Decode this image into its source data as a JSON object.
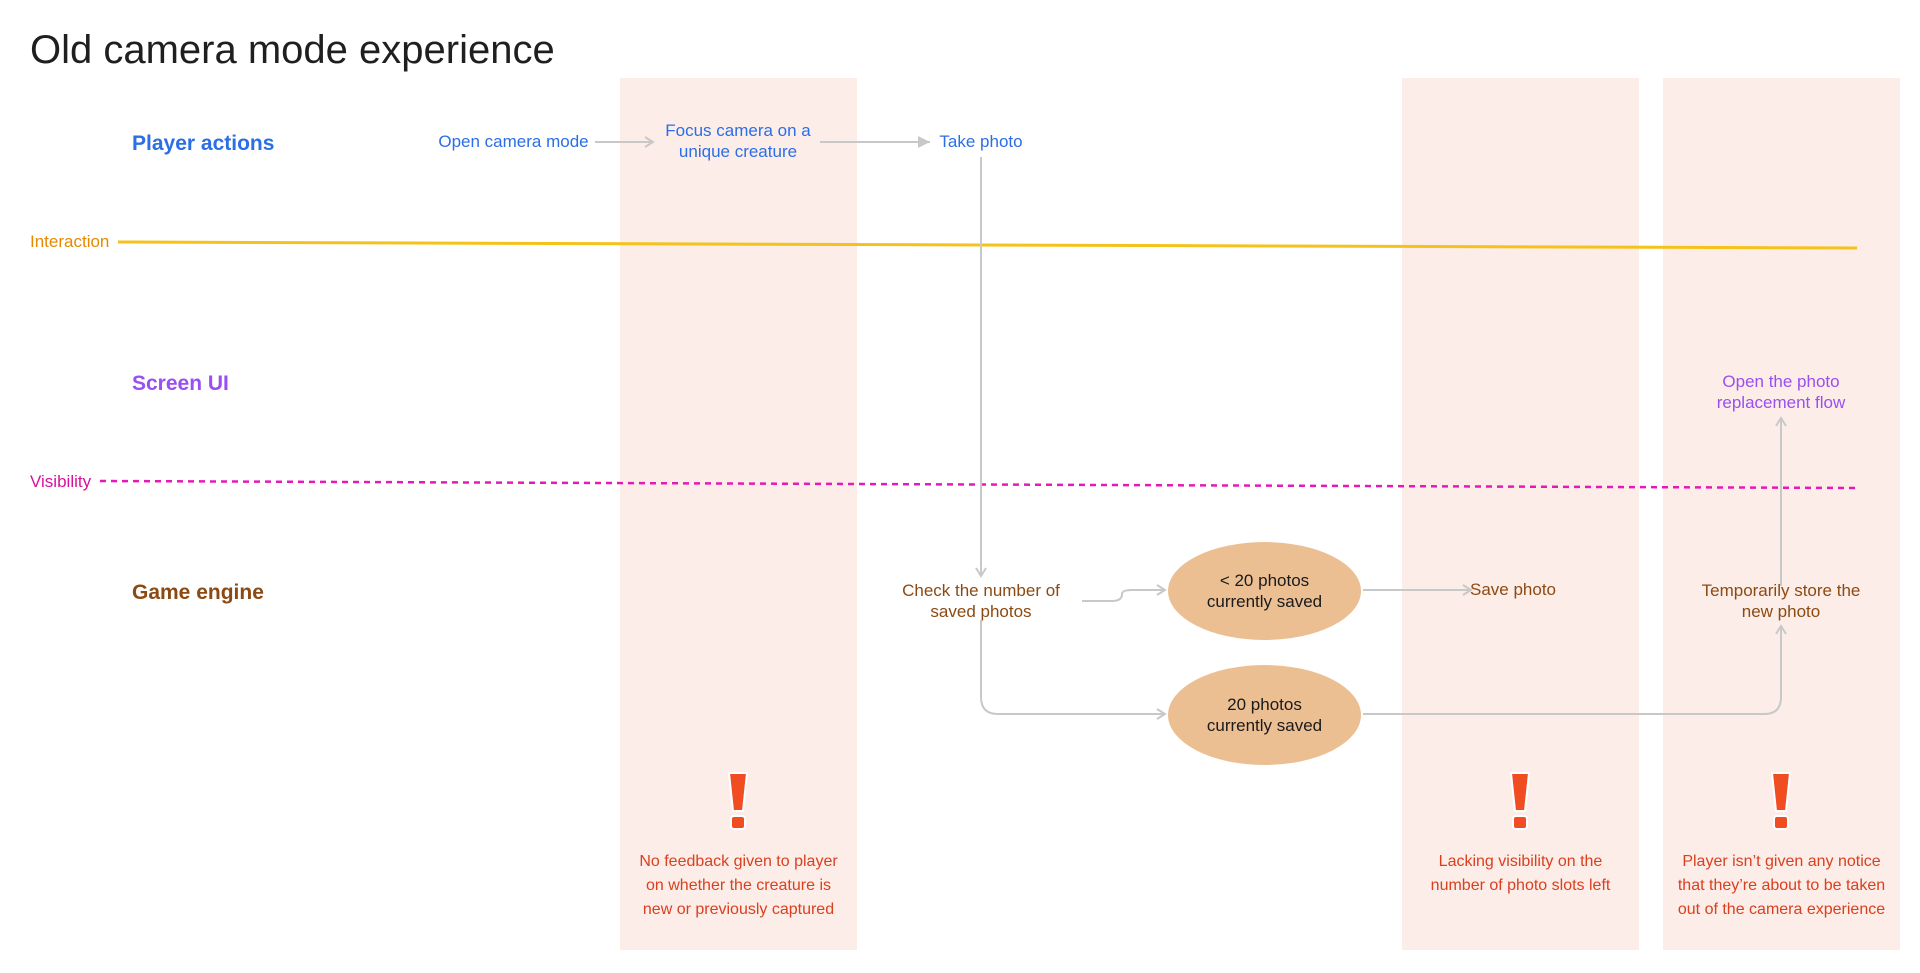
{
  "title": "Old camera mode experience",
  "colors": {
    "player_lane": "#2b6ee6",
    "screen_lane": "#9a4ff0",
    "engine_lane": "#8c4a12",
    "interaction_line": "#f5c21b",
    "visibility_line": "#e619b8",
    "band": "#fcede8",
    "oval": "#ecbf93",
    "connector": "#c8c8c8",
    "issue": "#d9401f",
    "warning_icon": "#f04d23"
  },
  "lanes": {
    "player_actions": "Player actions",
    "screen_ui": "Screen UI",
    "game_engine": "Game engine"
  },
  "dividers": {
    "interaction": "Interaction",
    "visibility": "Visibility"
  },
  "nodes": {
    "open_camera": "Open camera mode",
    "focus_camera": "Focus camera on a\nunique creature",
    "take_photo": "Take photo",
    "check_number": "Check the number of\nsaved photos",
    "lt20": "< 20 photos\ncurrently saved",
    "eq20": "20 photos\ncurrently saved",
    "save_photo": "Save photo",
    "temp_store": "Temporarily store the\nnew photo",
    "open_replacement": "Open the photo\nreplacement flow"
  },
  "issues": [
    {
      "icon": "exclamation-icon",
      "text": "No feedback given to player\non whether the creature is\nnew or previously captured"
    },
    {
      "icon": "exclamation-icon",
      "text": "Lacking visibility on the\nnumber of photo slots left"
    },
    {
      "icon": "exclamation-icon",
      "text": "Player isn’t given any notice\nthat they’re about to be taken\nout of the camera experience"
    }
  ]
}
